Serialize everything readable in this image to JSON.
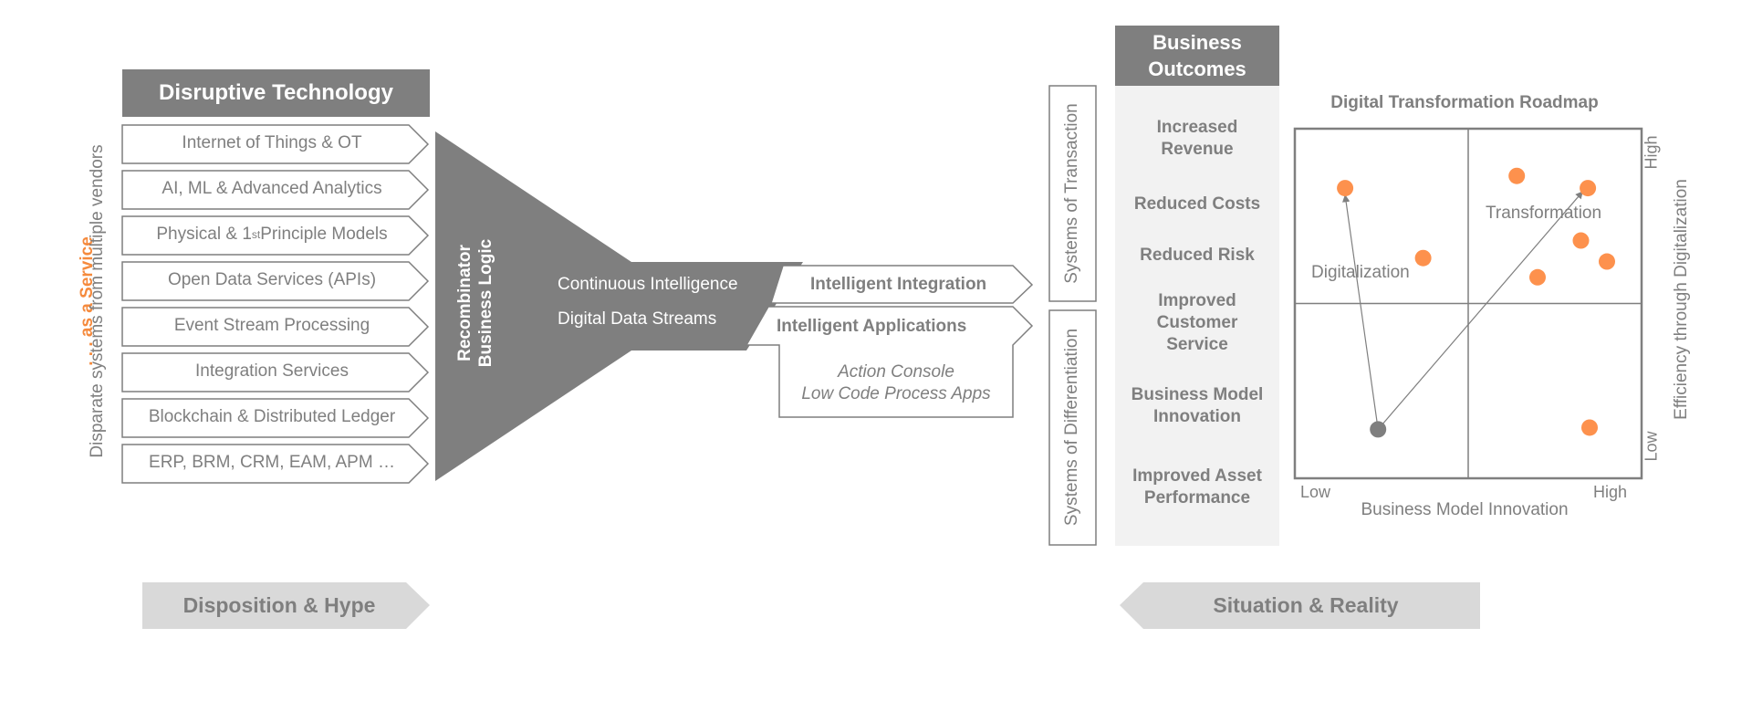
{
  "left": {
    "header": "Disruptive Technology",
    "side_label_accent": ". . . as a Service",
    "side_label": "Disparate systems from multiple vendors",
    "items": [
      "Internet of Things & OT",
      "AI, ML & Advanced Analytics",
      "Physical & 1",
      "Open Data Services (APIs)",
      "Event Stream Processing",
      "Integration Services",
      "Blockchain & Distributed Ledger",
      "ERP, BRM, CRM, EAM, APM …"
    ],
    "physical_sup": "st",
    "physical_rest": " Principle Models"
  },
  "funnel": {
    "label_line1": "Recombinator",
    "label_line2": "Business Logic",
    "stream_1": "Continuous Intelligence",
    "stream_2": "Digital Data Streams"
  },
  "middle": {
    "integration": "Intelligent Integration",
    "applications": "Intelligent Applications",
    "apps_line1": "Action Console",
    "apps_line2": "Low Code Process Apps",
    "systems_transaction": "Systems of Transaction",
    "systems_differentiation": "Systems of Differentiation"
  },
  "outcomes": {
    "header_line1": "Business",
    "header_line2": "Outcomes",
    "items": [
      [
        "Increased",
        "Revenue"
      ],
      [
        "Reduced Costs"
      ],
      [
        "Reduced Risk"
      ],
      [
        "Improved",
        "Customer",
        "Service"
      ],
      [
        "Business Model",
        "Innovation"
      ],
      [
        "Improved Asset",
        "Performance"
      ]
    ]
  },
  "chart_data": {
    "type": "scatter",
    "title": "Digital Transformation Roadmap",
    "xlabel": "Business Model Innovation",
    "ylabel": "Efficiency through Digitalization",
    "x_tick_low": "Low",
    "x_tick_high": "High",
    "y_tick_low": "Low",
    "y_tick_high": "High",
    "xlim": [
      0,
      10
    ],
    "ylim": [
      0,
      10
    ],
    "quadrant_labels": {
      "digitalization": "Digitalization",
      "transformation": "Transformation"
    },
    "origin_point": {
      "x": 2.4,
      "y": 1.4
    },
    "points": [
      {
        "x": 1.45,
        "y": 8.3
      },
      {
        "x": 3.7,
        "y": 6.3
      },
      {
        "x": 6.4,
        "y": 8.65
      },
      {
        "x": 8.45,
        "y": 8.3
      },
      {
        "x": 8.25,
        "y": 6.8
      },
      {
        "x": 9.0,
        "y": 6.2
      },
      {
        "x": 7.0,
        "y": 5.75
      },
      {
        "x": 8.5,
        "y": 1.45
      }
    ],
    "arrows": [
      {
        "from": {
          "x": 2.4,
          "y": 1.4
        },
        "to": {
          "x": 1.45,
          "y": 8.1
        }
      },
      {
        "from": {
          "x": 2.4,
          "y": 1.4
        },
        "to": {
          "x": 8.3,
          "y": 8.2
        }
      }
    ],
    "colors": {
      "points": "#fd914d",
      "origin": "#7f7f7f",
      "grid": "#7f7f7f"
    }
  },
  "bottom": {
    "left_banner": "Disposition & Hype",
    "right_banner": "Situation & Reality"
  },
  "colors": {
    "accent": "#f58a3d",
    "dark": "#7f7f7f",
    "light": "#d9d9d9",
    "panel": "#f2f2f2"
  }
}
